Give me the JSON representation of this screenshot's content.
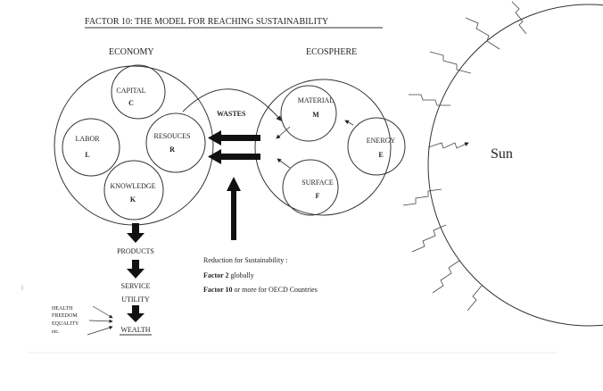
{
  "title": "FACTOR 10: THE MODEL FOR REACHING SUSTAINABILITY",
  "economy": {
    "label": "ECONOMY",
    "nodes": [
      {
        "name": "CAPITAL",
        "symbol": "C"
      },
      {
        "name": "LABOR",
        "symbol": "L"
      },
      {
        "name": "RESOUCES",
        "symbol": "R"
      },
      {
        "name": "KNOWLEDGE",
        "symbol": "K"
      }
    ]
  },
  "ecosphere": {
    "label": "ECOSPHERE",
    "nodes": [
      {
        "name": "MATERIAL",
        "symbol": "M"
      },
      {
        "name": "ENERGY",
        "symbol": "E"
      },
      {
        "name": "SURFACE",
        "symbol": "F"
      }
    ]
  },
  "wastes": "WASTES",
  "sun": "Sun",
  "chain": [
    "PRODUCTS",
    "SERVICE",
    "UTILITY",
    "WEALTH"
  ],
  "inputs": [
    "HEALTH",
    "FREEDOM",
    "EQUALITY",
    "etc."
  ],
  "reduction": {
    "heading": "Reduction for Sustainability :",
    "line1_bold": "Factor 2",
    "line1_rest": " globally",
    "line2_bold": "Factor 10",
    "line2_rest": " or more for OECD Countries"
  }
}
